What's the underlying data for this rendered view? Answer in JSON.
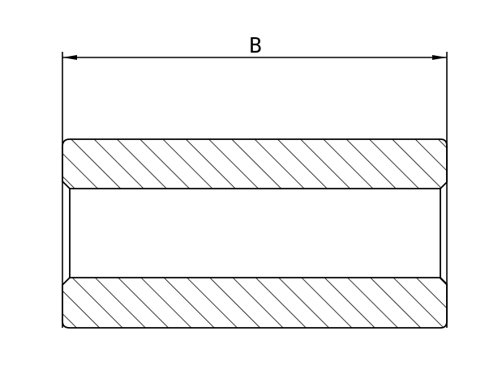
{
  "drawing": {
    "type": "cross-section",
    "subject": "bushing / sleeve",
    "dimension_label": "B",
    "hatch": "45-degree section lines",
    "colors": {
      "line": "#000000",
      "background": "#ffffff"
    }
  }
}
